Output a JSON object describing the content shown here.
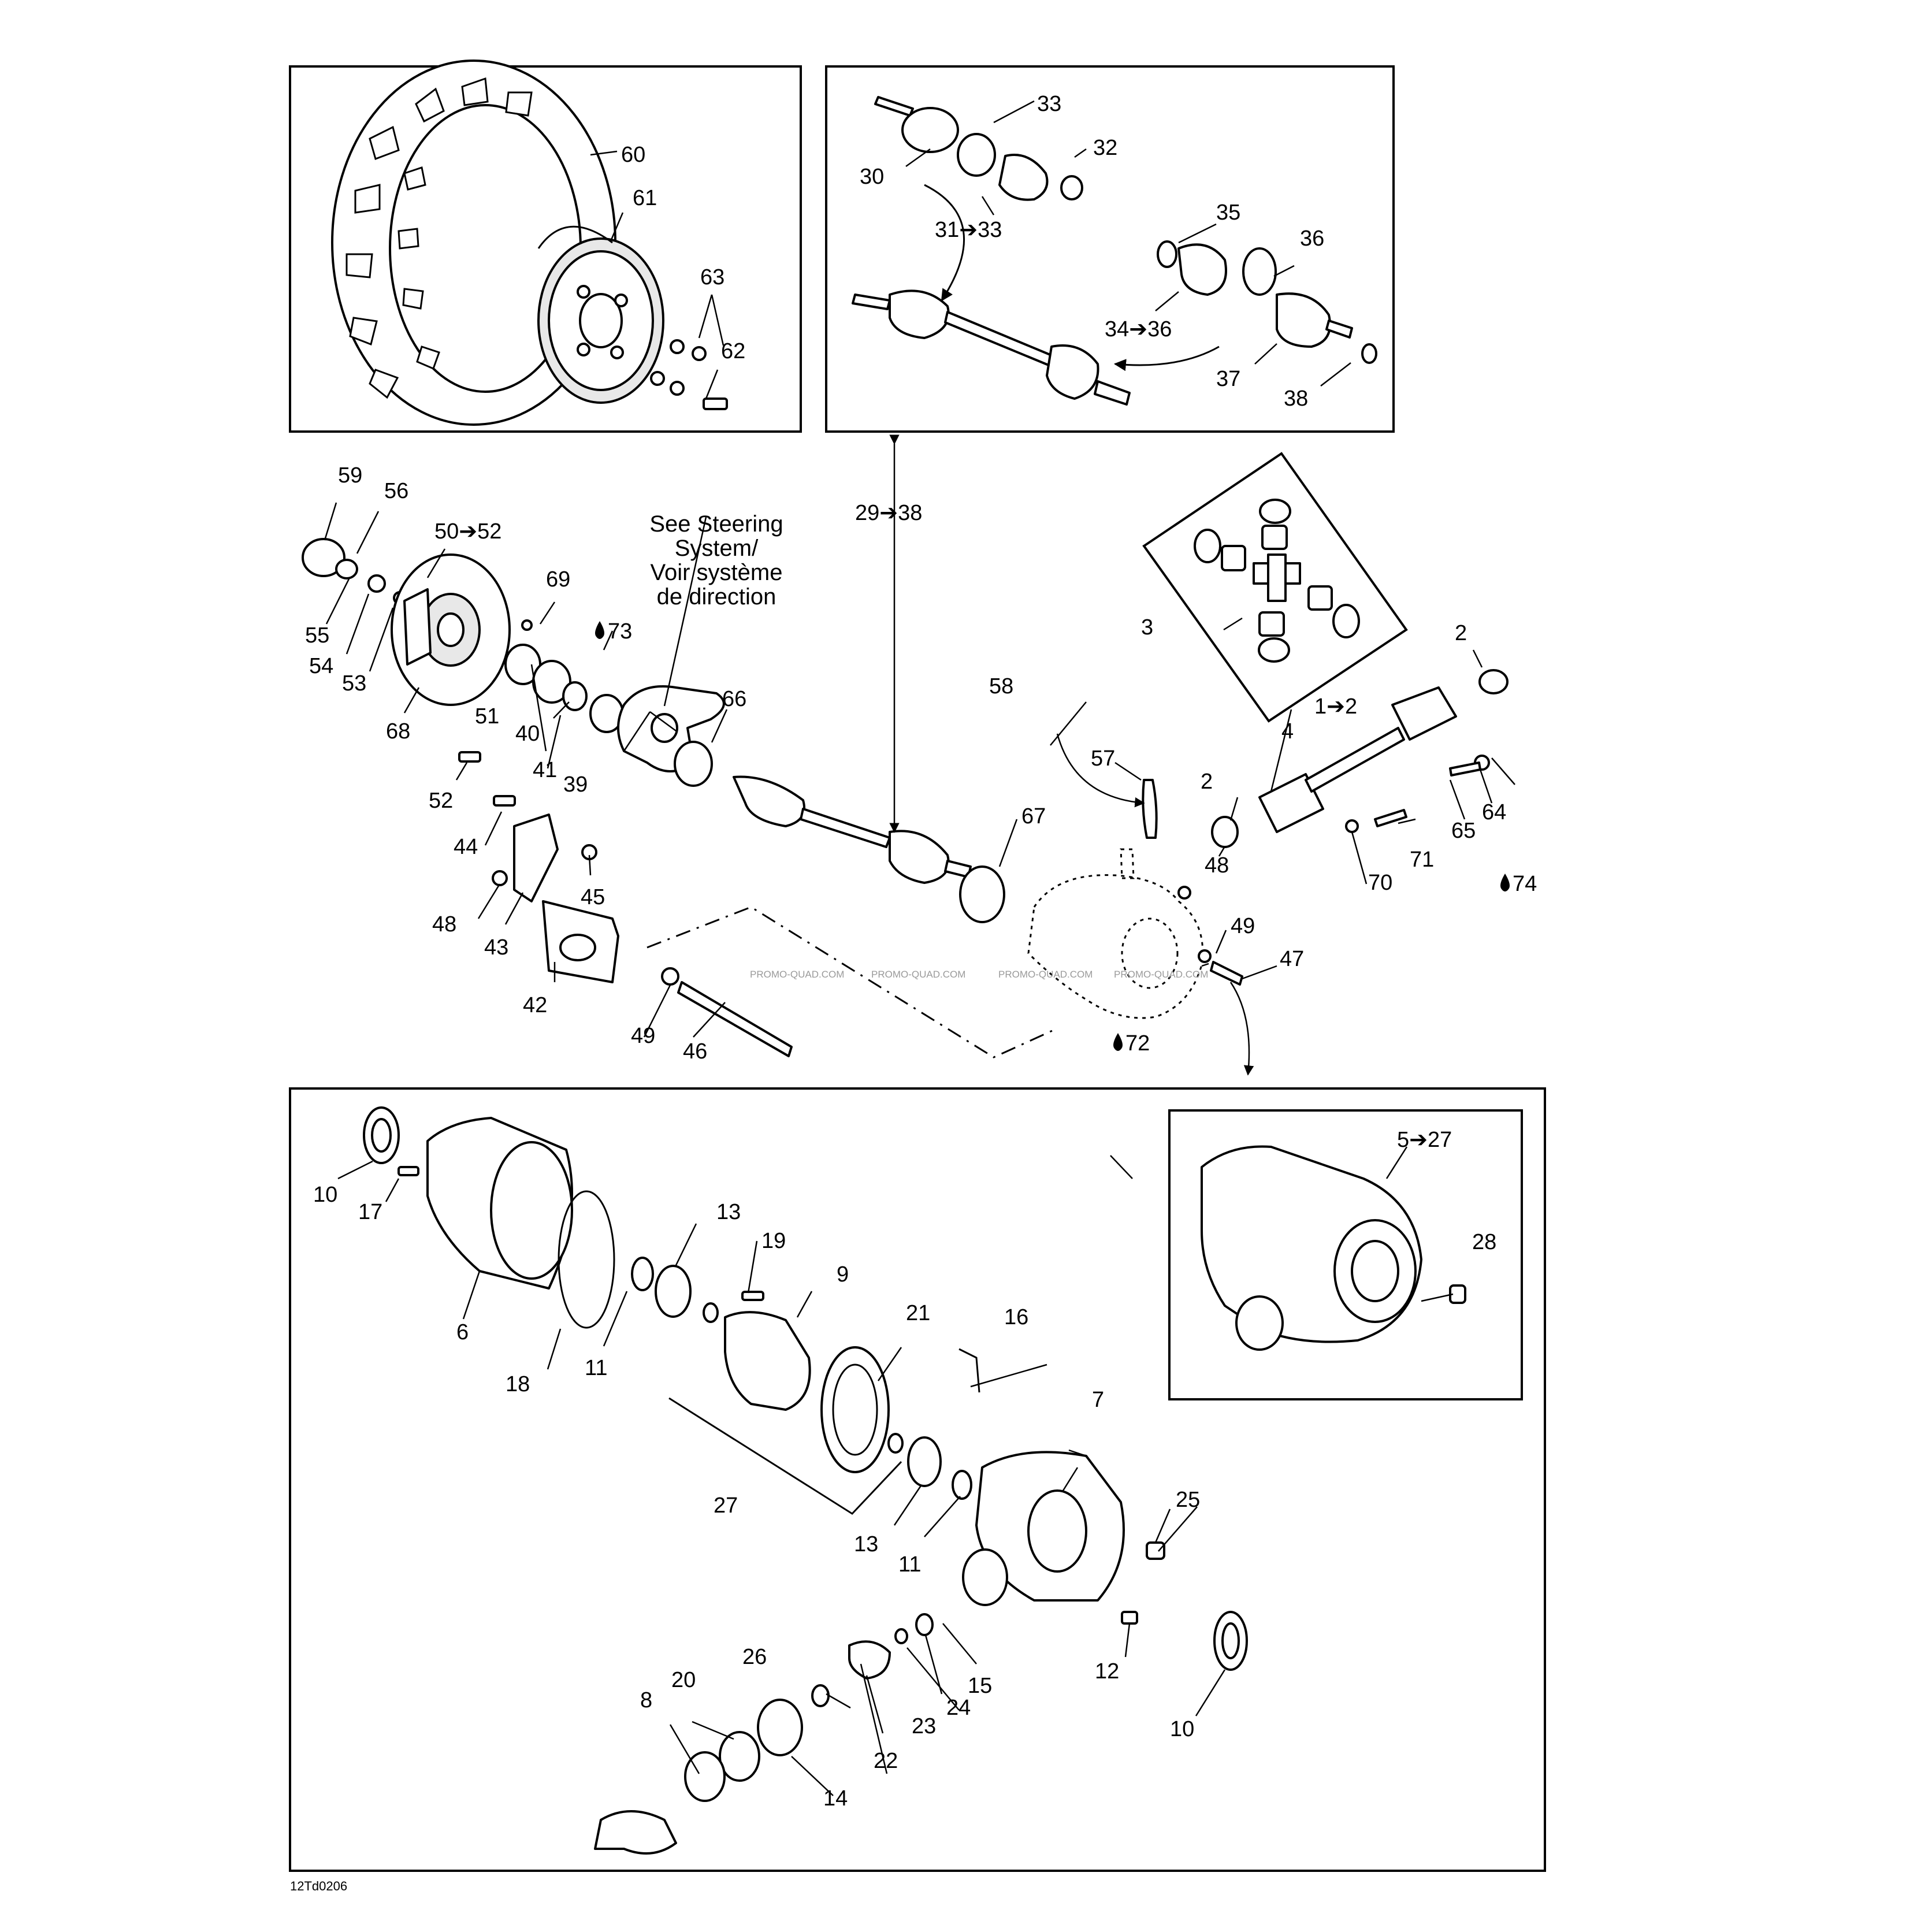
{
  "diagram_code": "12Td0206",
  "watermark": "PROMO-QUAD.COM",
  "note_lines": [
    "See Steering",
    "System/",
    "Voir système",
    "de direction"
  ],
  "labels": {
    "p1to2": "1➔2",
    "p2a": "2",
    "p2b": "2",
    "p3": "3",
    "p4": "4",
    "p5to27": "5➔27",
    "p6": "6",
    "p7": "7",
    "p8": "8",
    "p9": "9",
    "p10a": "10",
    "p10b": "10",
    "p11a": "11",
    "p11b": "11",
    "p12": "12",
    "p13a": "13",
    "p13b": "13",
    "p14": "14",
    "p15": "15",
    "p16": "16",
    "p17": "17",
    "p18": "18",
    "p19": "19",
    "p20": "20",
    "p21": "21",
    "p22": "22",
    "p23": "23",
    "p24": "24",
    "p25": "25",
    "p26": "26",
    "p27": "27",
    "p28": "28",
    "p29to38": "29➔38",
    "p30": "30",
    "p31to33": "31➔33",
    "p32": "32",
    "p33": "33",
    "p34to36": "34➔36",
    "p35": "35",
    "p36": "36",
    "p37": "37",
    "p38": "38",
    "p39": "39",
    "p40": "40",
    "p41": "41",
    "p42": "42",
    "p43": "43",
    "p44": "44",
    "p45": "45",
    "p46": "46",
    "p47": "47",
    "p48a": "48",
    "p48b": "48",
    "p49a": "49",
    "p49b": "49",
    "p50to52": "50➔52",
    "p51": "51",
    "p52": "52",
    "p53": "53",
    "p54": "54",
    "p55": "55",
    "p56": "56",
    "p57": "57",
    "p58": "58",
    "p59": "59",
    "p60": "60",
    "p61": "61",
    "p62": "62",
    "p63": "63",
    "p64": "64",
    "p65": "65",
    "p66": "66",
    "p67": "67",
    "p68": "68",
    "p69": "69",
    "p70": "70",
    "p71": "71",
    "p72": "72",
    "p73": "73",
    "p74": "74"
  }
}
